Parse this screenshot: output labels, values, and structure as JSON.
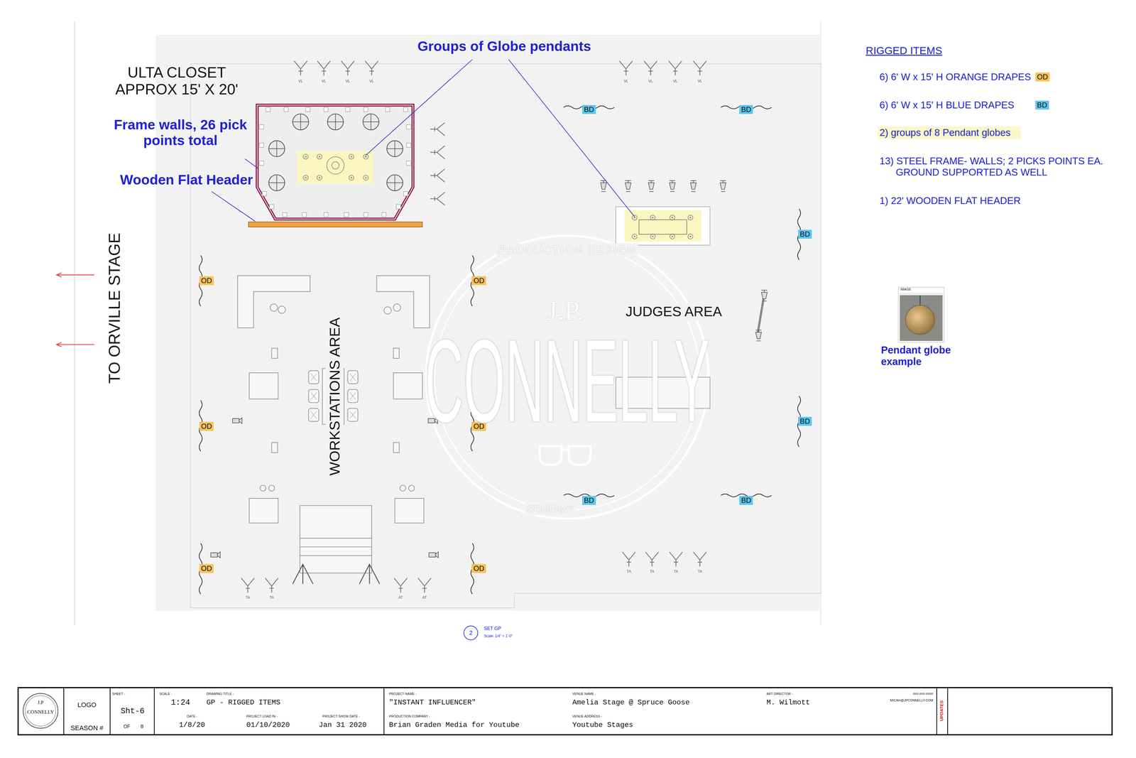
{
  "diagram": {
    "nodes": [
      {
        "text": [
          "BD"
        ]
      },
      {
        "text": [
          "BD"
        ]
      },
      {
        "text": [
          "BD"
        ]
      },
      {
        "text": [
          "OD"
        ]
      },
      {
        "text": [
          "OD"
        ]
      },
      {
        "text": [
          "OD"
        ]
      },
      {
        "text": [
          "OD"
        ]
      },
      {
        "text": [
          "BD"
        ]
      },
      {
        "text": [
          "BD"
        ]
      },
      {
        "text": [
          "BD"
        ]
      },
      {
        "text": [
          "OD"
        ]
      },
      {
        "text": [
          "OD"
        ]
      },
      {
        "text": [
          "2"
        ]
      },
      {
        "text": [
          "J.P",
          "CONNELLY"
        ]
      },
      {
        "text": [
          "LOGO",
          "SEASON #"
        ]
      },
      {
        "text": [
          "SHEET -",
          "Sht-6",
          "OF",
          "8"
        ]
      },
      {
        "text": [
          "SCALE -",
          "1:24",
          "DRAWING TITLE -",
          "GP - RIGGED ITEMS",
          "DATE -",
          "1/8/20",
          "PROJECT LOAD IN -",
          "01/10/2020",
          "PROJECT SHOW DATE -",
          "Jan 31 2020"
        ]
      },
      {
        "text": [
          "PROJECT NAME -",
          "\"INSTANT INFLUENCER\"",
          "VENUE NAME -",
          "Amelia Stage @ Spruce Goose",
          "ART DIRECTOR -",
          "M. Wilmott",
          "###-###-####",
          "MICAH@JPCONNELLY.COM",
          "PRODUCTION COMPANY -",
          "Brian Graden Media for Youtube",
          "VENUE ADDRESS -",
          "Youtube Stages"
        ]
      },
      {
        "text": [
          "UPDATES"
        ]
      }
    ],
    "labels": [
      "Groups of Globe pendants",
      "RIGGED ITEMS",
      "OD",
      "BD",
      "13) STEEL FRAME- WALLS; 2 PICKS POINTS EA. GROUND SUPPORTED AS WELL",
      "1) 22' WOODEN FLAT HEADER",
      "ULTA CLOSET APPROX 15' X 20'",
      "Frame walls, 26 pick points total",
      "Wooden Flat Header",
      "VL",
      "VL",
      "VL",
      "VL",
      "VL",
      "VL",
      "VL",
      "VL",
      "TO ORVILLE STAGE",
      "WORKSTATIONS AREA",
      "JUDGES AREA",
      "IMAGE",
      "Pendant globe example",
      "PRODUCTION DESIGN",
      "J.P.",
      "CONNELLY",
      "COMPANY",
      "TA",
      "TA",
      "TA",
      "TA",
      "TA",
      "TA",
      "AT",
      "AT",
      "SET GP",
      "Scale: 1/4\" = 1'-0\""
    ],
    "legend": [
      {
        "text": "6) 6' W x 15' H ORANGE DRAPES",
        "color": "#f7c15a"
      },
      {
        "text": "6) 6' W x 15' H BLUE DRAPES",
        "color": "#5cc6ec"
      },
      {
        "text": "2) groups of 8 Pendant globes",
        "color": "#fbf7c8"
      }
    ]
  }
}
